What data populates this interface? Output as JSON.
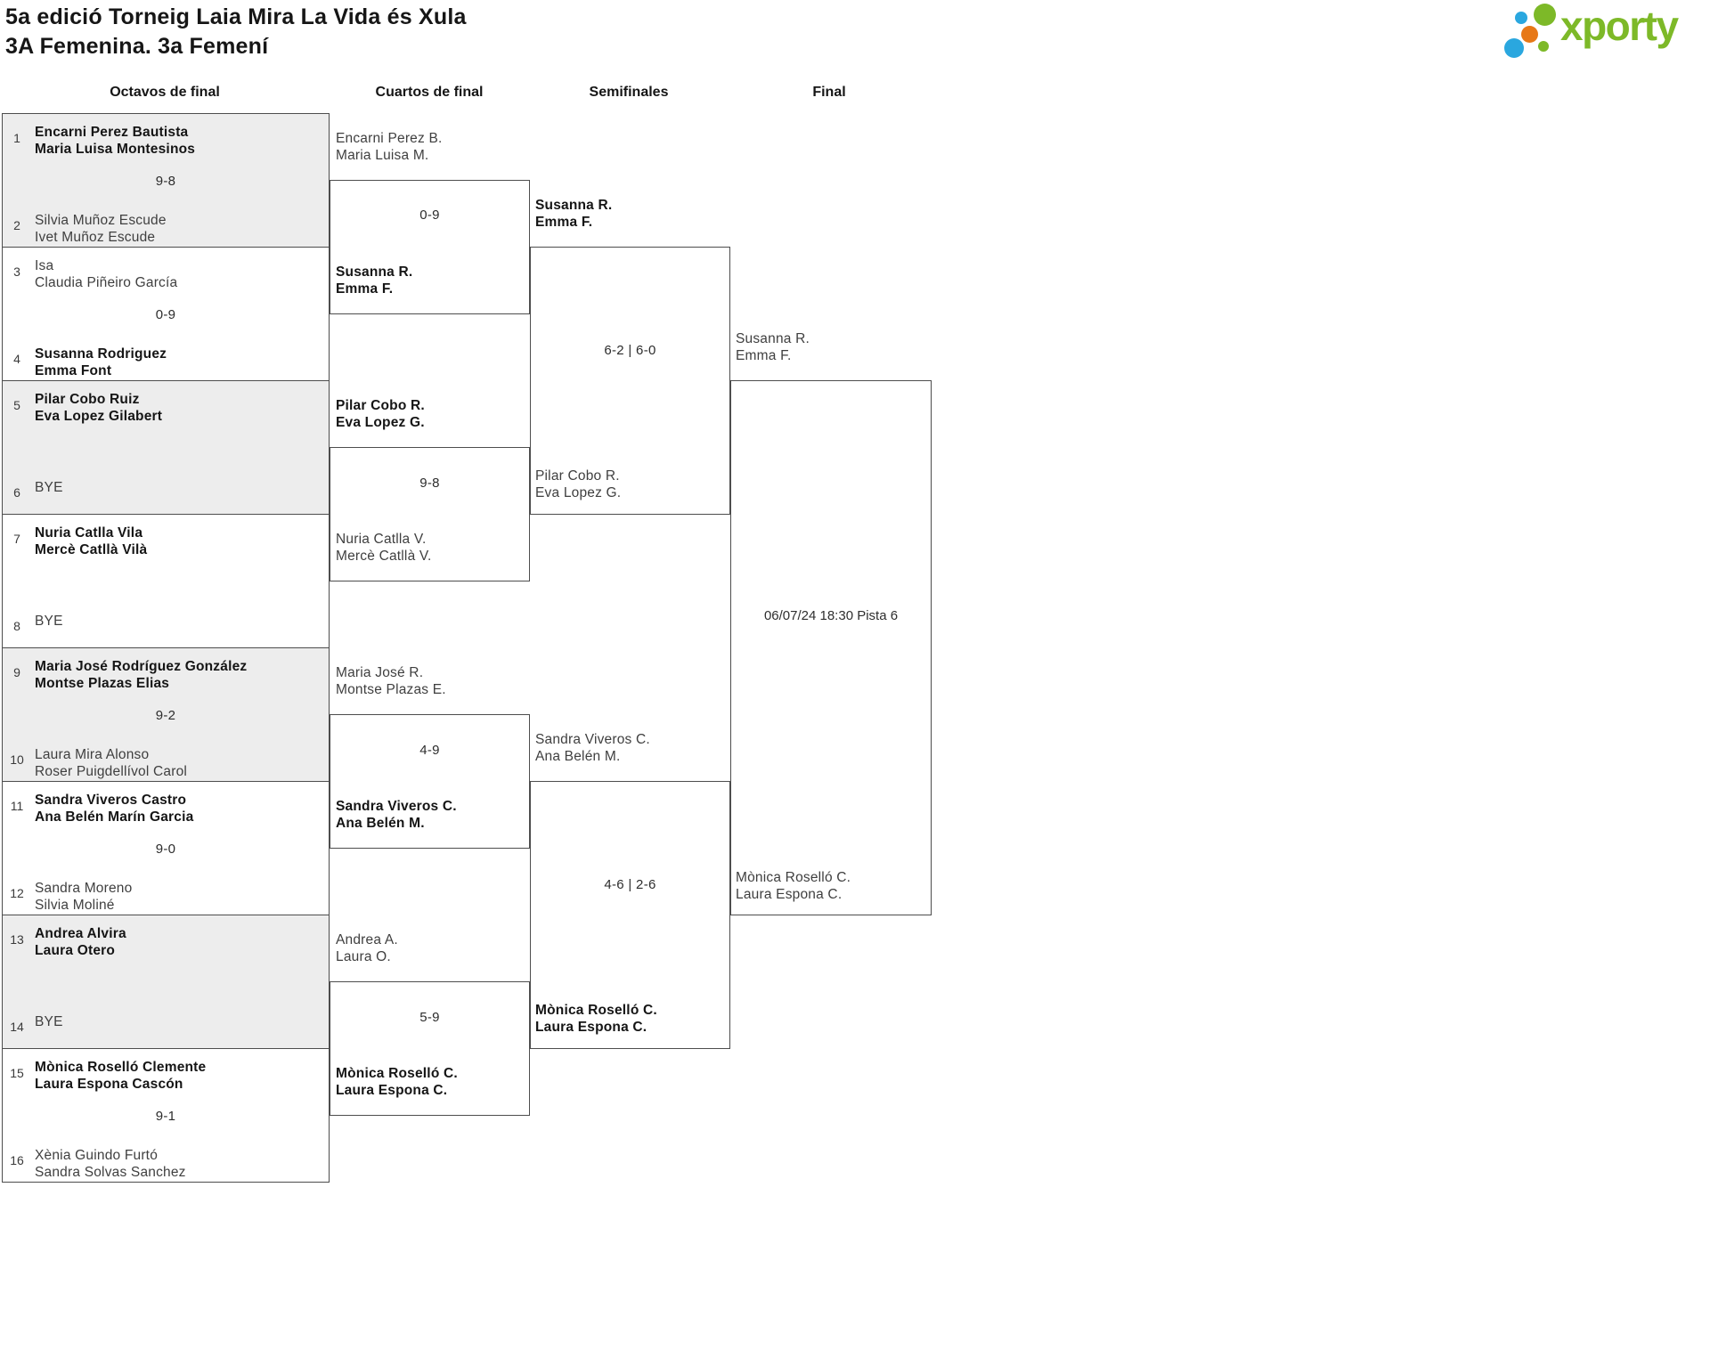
{
  "header": {
    "title_line1": "5a edició Torneig Laia Mira La Vida és Xula",
    "title_line2": "3A Femenina. 3a Femení"
  },
  "logo": {
    "text": "xporty",
    "brand_green": "#7db928",
    "brand_blue": "#2aa7df",
    "brand_orange": "#e77817"
  },
  "rounds": {
    "r16_label": "Octavos de final",
    "qf_label": "Cuartos de final",
    "sf_label": "Semifinales",
    "final_label": "Final"
  },
  "colors": {
    "shaded_row": "#ededed",
    "border": "#4d4d4d"
  },
  "r16": [
    {
      "seed_top": "1",
      "top1": "Encarni Perez Bautista",
      "top2": "Maria Luisa Montesinos",
      "top_winner": true,
      "score": "9-8",
      "seed_bottom": "2",
      "bottom1": "Silvia Muñoz Escude",
      "bottom2": "Ivet Muñoz Escude",
      "bottom_winner": false
    },
    {
      "seed_top": "3",
      "top1": "Isa",
      "top2": "Claudia Piñeiro García",
      "top_winner": false,
      "score": "0-9",
      "seed_bottom": "4",
      "bottom1": "Susanna Rodriguez",
      "bottom2": "Emma Font",
      "bottom_winner": true
    },
    {
      "seed_top": "5",
      "top1": "Pilar Cobo Ruiz",
      "top2": "Eva Lopez Gilabert",
      "top_winner": true,
      "seed_bottom": "6",
      "bottom1": "BYE",
      "bottom2": "",
      "bottom_winner": false
    },
    {
      "seed_top": "7",
      "top1": "Nuria Catlla Vila",
      "top2": "Mercè Catllà Vilà",
      "top_winner": true,
      "seed_bottom": "8",
      "bottom1": "BYE",
      "bottom2": "",
      "bottom_winner": false
    },
    {
      "seed_top": "9",
      "top1": "Maria José Rodríguez González",
      "top2": "Montse Plazas Elias",
      "top_winner": true,
      "score": "9-2",
      "seed_bottom": "10",
      "bottom1": "Laura Mira Alonso",
      "bottom2": "Roser Puigdellívol Carol",
      "bottom_winner": false
    },
    {
      "seed_top": "11",
      "top1": "Sandra Viveros Castro",
      "top2": "Ana Belén Marín Garcia",
      "top_winner": true,
      "score": "9-0",
      "seed_bottom": "12",
      "bottom1": "Sandra Moreno",
      "bottom2": "Silvia Moliné",
      "bottom_winner": false
    },
    {
      "seed_top": "13",
      "top1": "Andrea Alvira",
      "top2": "Laura Otero",
      "top_winner": true,
      "seed_bottom": "14",
      "bottom1": "BYE",
      "bottom2": "",
      "bottom_winner": false
    },
    {
      "seed_top": "15",
      "top1": "Mònica Roselló Clemente",
      "top2": "Laura Espona Cascón",
      "top_winner": true,
      "score": "9-1",
      "seed_bottom": "16",
      "bottom1": "Xènia Guindo Furtó",
      "bottom2": "Sandra Solvas Sanchez",
      "bottom_winner": false
    }
  ],
  "qf": [
    {
      "top1": "Encarni Perez B.",
      "top2": "Maria Luisa M.",
      "top_winner": false,
      "score": "0-9",
      "bottom1": "Susanna R.",
      "bottom2": "Emma F.",
      "bottom_winner": true
    },
    {
      "top1": "Pilar Cobo R.",
      "top2": "Eva Lopez G.",
      "top_winner": true,
      "score": "9-8",
      "bottom1": "Nuria Catlla V.",
      "bottom2": "Mercè Catllà V.",
      "bottom_winner": false
    },
    {
      "top1": "Maria José R.",
      "top2": "Montse Plazas E.",
      "top_winner": false,
      "score": "4-9",
      "bottom1": "Sandra Viveros C.",
      "bottom2": "Ana Belén M.",
      "bottom_winner": true
    },
    {
      "top1": "Andrea A.",
      "top2": "Laura O.",
      "top_winner": false,
      "score": "5-9",
      "bottom1": "Mònica Roselló C.",
      "bottom2": "Laura Espona C.",
      "bottom_winner": true
    }
  ],
  "sf": [
    {
      "top1": "Susanna R.",
      "top2": "Emma F.",
      "top_winner": true,
      "score": "6-2 | 6-0",
      "bottom1": "Pilar Cobo R.",
      "bottom2": "Eva Lopez G.",
      "bottom_winner": false
    },
    {
      "top1": "Sandra Viveros C.",
      "top2": "Ana Belén M.",
      "top_winner": false,
      "score": "4-6 | 2-6",
      "bottom1": "Mònica Roselló C.",
      "bottom2": "Laura Espona C.",
      "bottom_winner": true
    }
  ],
  "final": {
    "top1": "Susanna R.",
    "top2": "Emma F.",
    "bottom1": "Mònica Roselló C.",
    "bottom2": "Laura Espona C.",
    "schedule": "06/07/24 18:30 Pista 6"
  }
}
